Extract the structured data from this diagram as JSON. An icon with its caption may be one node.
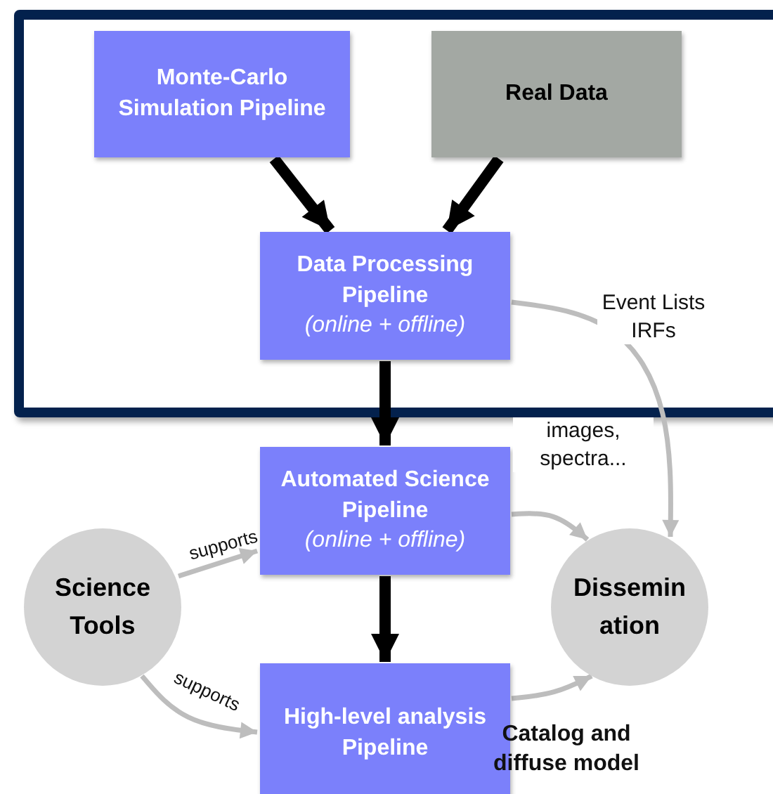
{
  "diagram": {
    "nodes": [
      {
        "text": [],
        "shape": "box"
      },
      {
        "text": [
          "Monte-Carlo Simulation Pipeline"
        ],
        "in": 0
      },
      {
        "text": [
          "Real Data"
        ],
        "in": 0
      },
      {
        "text": [
          "Data Processing Pipeline",
          "(online + offline)"
        ],
        "in": 0
      },
      {
        "text": [
          "Automated Science Pipeline",
          "(online + offline)"
        ]
      },
      {
        "text": [
          "Science Tools"
        ]
      },
      {
        "text": [
          "Dissemin ation"
        ]
      },
      {
        "text": [
          "High-level analysis Pipeline"
        ]
      }
    ],
    "edges": [
      {
        "from": 1,
        "to": 3,
        "arrow": "to",
        "style": "thick",
        "color": "#000000"
      },
      {
        "from": 2,
        "to": 3,
        "arrow": "to",
        "style": "thick",
        "color": "#000000"
      },
      {
        "from": 3,
        "to": 4,
        "arrow": "to",
        "style": "thick",
        "color": "#000000"
      },
      {
        "from": 4,
        "to": 7,
        "arrow": "to",
        "style": "thick",
        "color": "#000000"
      },
      {
        "from": 3,
        "to": 6,
        "arrow": "to",
        "label": "Event Lists IRFs"
      },
      {
        "from": 4,
        "to": 6,
        "arrow": "to",
        "label": "images, spectra..."
      },
      {
        "from": 5,
        "to": 4,
        "arrow": "to",
        "label": "supports"
      },
      {
        "from": 5,
        "to": 7,
        "arrow": "to",
        "label": "supports"
      },
      {
        "from": 7,
        "to": 6,
        "arrow": "to",
        "label": "Catalog and diffuse model"
      }
    ]
  }
}
